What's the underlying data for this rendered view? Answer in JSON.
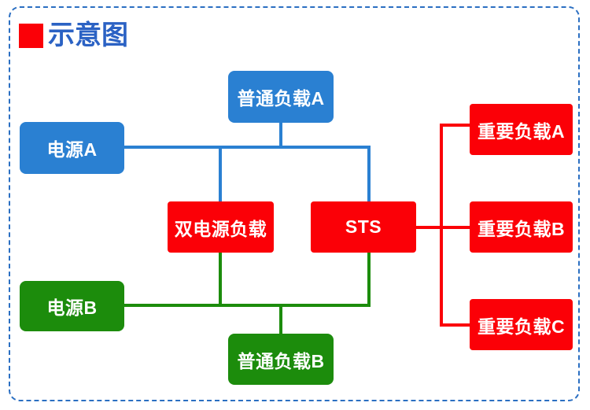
{
  "diagram": {
    "title": "示意图",
    "title_marker": "red-square-marker",
    "colors": {
      "blue": "#2a80d2",
      "green": "#1c8c0c",
      "red": "#fb0007",
      "title_blue": "#2b62c4",
      "frame_border": "#2b6fc2",
      "background": "#ffffff"
    },
    "nodes": [
      {
        "id": "power-a",
        "label": "电源A",
        "color": "blue"
      },
      {
        "id": "power-b",
        "label": "电源B",
        "color": "green"
      },
      {
        "id": "normal-load-a",
        "label": "普通负载A",
        "color": "blue"
      },
      {
        "id": "normal-load-b",
        "label": "普通负载B",
        "color": "green"
      },
      {
        "id": "dual-power-load",
        "label": "双电源负载",
        "color": "red"
      },
      {
        "id": "sts",
        "label": "STS",
        "color": "red"
      },
      {
        "id": "key-load-a",
        "label": "重要负载A",
        "color": "red"
      },
      {
        "id": "key-load-b",
        "label": "重要负载B",
        "color": "red"
      },
      {
        "id": "key-load-c",
        "label": "重要负载C",
        "color": "red"
      }
    ],
    "connections": [
      {
        "from": "power-a",
        "to": "normal-load-a",
        "color": "blue"
      },
      {
        "from": "power-a",
        "to": "dual-power-load",
        "color": "blue"
      },
      {
        "from": "power-a",
        "to": "sts",
        "color": "blue"
      },
      {
        "from": "power-b",
        "to": "normal-load-b",
        "color": "green"
      },
      {
        "from": "power-b",
        "to": "dual-power-load",
        "color": "green"
      },
      {
        "from": "power-b",
        "to": "sts",
        "color": "green"
      },
      {
        "from": "sts",
        "to": "key-load-a",
        "color": "red"
      },
      {
        "from": "sts",
        "to": "key-load-b",
        "color": "red"
      },
      {
        "from": "sts",
        "to": "key-load-c",
        "color": "red"
      }
    ]
  }
}
